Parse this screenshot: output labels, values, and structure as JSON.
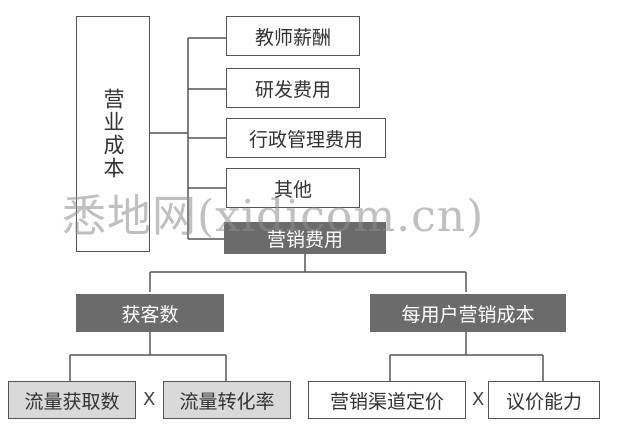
{
  "operating_cost": "营业成本",
  "operating_items": [
    "教师薪酬",
    "研发费用",
    "行政管理费用",
    "其他"
  ],
  "marketing_expense": "营销费用",
  "customers_acquired": "获客数",
  "cost_per_user": "每用户营销成本",
  "traffic_acquired": "流量获取数",
  "conversion_rate": "流量转化率",
  "channel_pricing": "营销渠道定价",
  "bargaining_power": "议价能力",
  "multiply_left": "X",
  "multiply_right": "X",
  "watermark": "悉地网(xidicom.cn)",
  "colors": {
    "dark_box": "#6b6b6b",
    "light_box": "#d9d9d9",
    "line": "#555555"
  }
}
